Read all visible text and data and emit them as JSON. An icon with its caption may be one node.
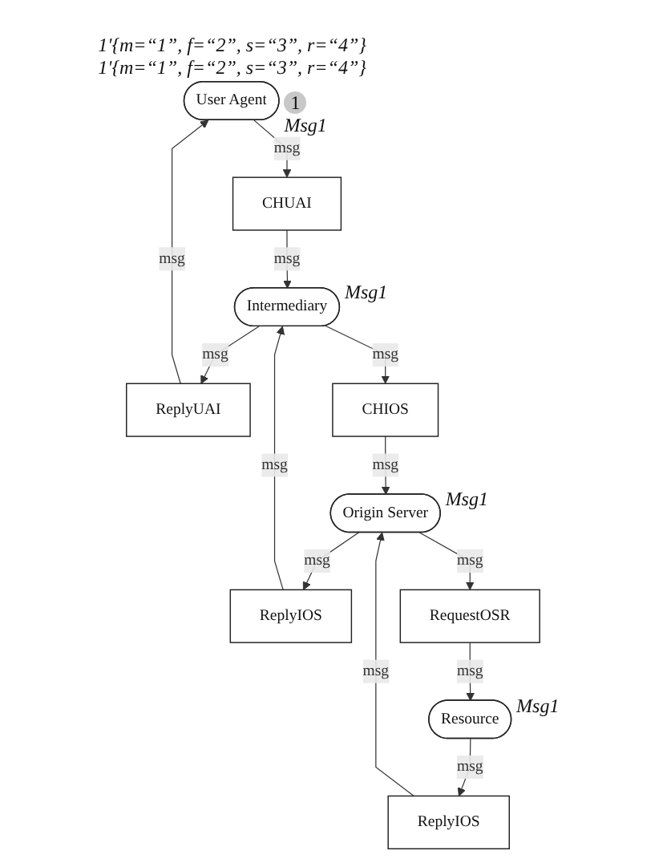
{
  "diagram": {
    "nodes": [
      {
        "text": [
          "User Agent"
        ],
        "beside": [
          "1'{m=“1”, f=“2”, s=“3”, r=“4”}",
          "1'{m=“1”, f=“2”, s=“3”, r=“4”}",
          "1",
          "Msg1"
        ]
      },
      {
        "text": [
          "ReplyUAI"
        ]
      },
      {
        "text": [
          "CHUAI"
        ]
      },
      {
        "text": [
          "Intermediary"
        ],
        "beside": [
          "Msg1"
        ]
      },
      {
        "text": [
          "ReplyIOS"
        ]
      },
      {
        "text": [
          "CHIOS"
        ]
      },
      {
        "text": [
          "Origin Server"
        ],
        "beside": [
          "Msg1"
        ]
      },
      {
        "text": [
          "ReplyIOS"
        ]
      },
      {
        "text": [
          "RequestOSR"
        ]
      },
      {
        "text": [
          "Resource"
        ],
        "beside": [
          "Msg1"
        ]
      }
    ],
    "edges": [
      {
        "from": 0,
        "to": 2,
        "arrow": "to",
        "label": "msg"
      },
      {
        "from": 2,
        "to": 3,
        "arrow": "to",
        "label": "msg"
      },
      {
        "from": 3,
        "to": 1,
        "arrow": "to",
        "label": "msg"
      },
      {
        "from": 1,
        "to": 0,
        "arrow": "to",
        "label": "msg"
      },
      {
        "from": 3,
        "to": 5,
        "arrow": "to",
        "label": "msg"
      },
      {
        "from": 5,
        "to": 6,
        "arrow": "to",
        "label": "msg"
      },
      {
        "from": 6,
        "to": 4,
        "arrow": "to",
        "label": "msg"
      },
      {
        "from": 4,
        "to": 3,
        "arrow": "to",
        "label": "msg"
      },
      {
        "from": 6,
        "to": 8,
        "arrow": "to",
        "label": "msg"
      },
      {
        "from": 8,
        "to": 9,
        "arrow": "to",
        "label": "msg"
      },
      {
        "from": 9,
        "to": 7,
        "arrow": "to",
        "label": "msg"
      },
      {
        "from": 7,
        "to": 6,
        "arrow": "to",
        "label": "msg"
      }
    ]
  }
}
